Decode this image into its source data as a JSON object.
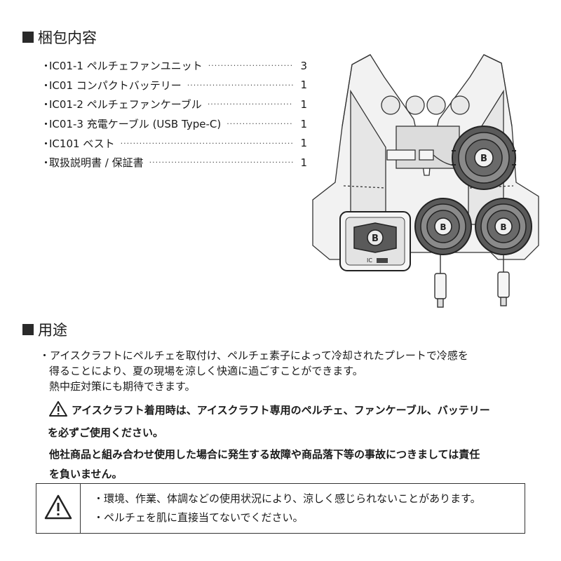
{
  "package_section": {
    "title": "梱包内容",
    "items": [
      {
        "name": "IC01-1 ペルチェファンユニット",
        "qty": "3"
      },
      {
        "name": "IC01 コンパクトバッテリー",
        "qty": "1"
      },
      {
        "name": "IC01-2 ペルチェファンケーブル",
        "qty": "1"
      },
      {
        "name": "IC01-3 充電ケーブル (USB Type-C)",
        "qty": "1"
      },
      {
        "name": "IC101 ベスト",
        "qty": "1"
      },
      {
        "name": "取扱説明書 / 保証書",
        "qty": "1"
      }
    ]
  },
  "illustration": {
    "battery_label": "IC",
    "icon": "vest-fan-battery-illustration"
  },
  "usage_section": {
    "title": "用途",
    "paragraph_line1": "・アイスクラフトにペルチェを取付け、ペルチェ素子によって冷却されたプレートで冷感を",
    "paragraph_line2": "得ることにより、夏の現場を涼しく快適に過ごすことができます。",
    "paragraph_line3": "熱中症対策にも期待できます。",
    "warning_line1": "アイスクラフト着用時は、アイスクラフト専用のペルチェ、ファンケーブル、バッテリー",
    "warning_line2": "を必ずご使用ください。",
    "note_line1": "他社商品と組み合わせ使用した場合に発生する故障や商品落下等の事故につきましては責任",
    "note_line2": "を負いません。"
  },
  "caution_box": {
    "icon": "warning-triangle-icon",
    "lines": [
      "・環境、作業、体調などの使用状況により、涼しく感じられないことがあります。",
      "・ペルチェを肌に直接当てないでください。"
    ]
  }
}
